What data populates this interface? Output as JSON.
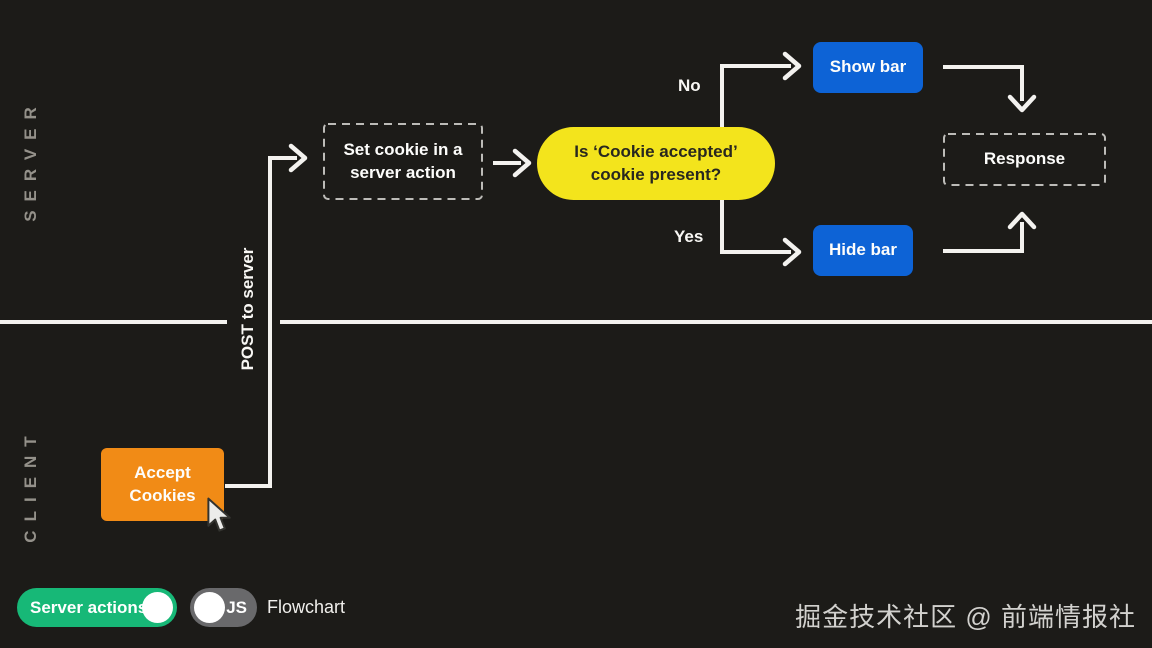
{
  "lanes": {
    "server": "SERVER",
    "client": "CLIENT"
  },
  "nodes": {
    "accept_cookies": "Accept\nCookies",
    "post_to_server": "POST to server",
    "set_cookie": "Set cookie in a\nserver action",
    "decision": "Is ‘Cookie accepted’\ncookie present?",
    "show_bar": "Show bar",
    "hide_bar": "Hide bar",
    "response": "Response",
    "no": "No",
    "yes": "Yes"
  },
  "colors": {
    "background": "#1c1b18",
    "connector_white": "#f3f2ef",
    "accent_orange": "#f18b16",
    "accent_yellow": "#f3e41c",
    "accent_blue": "#0d63d6",
    "toggle_green": "#17b877",
    "toggle_gray": "#69696b",
    "lane_label_gray": "#94918a"
  },
  "footer": {
    "server_actions_label": "Server actions",
    "js_label": "JS",
    "view_label": "Flowchart",
    "watermark": "掘金技术社区 @ 前端情报社"
  }
}
